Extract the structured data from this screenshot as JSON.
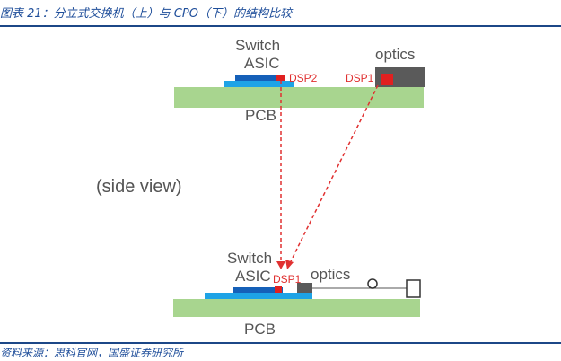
{
  "title": "图表 21：分立式交换机（上）与 CPO（下）的结构比较",
  "source": "资料来源：思科官网，国盛证券研究所",
  "diagram": {
    "side_view_label": "(side view)",
    "top": {
      "switch_label_line1": "Switch",
      "switch_label_line2": "ASIC",
      "dsp2_label": "DSP2",
      "dsp1_label": "DSP1",
      "optics_label": "optics",
      "pcb_label": "PCB"
    },
    "bottom": {
      "switch_label_line1": "Switch",
      "switch_label_line2": "ASIC",
      "dsp1_label": "DSP1",
      "optics_label": "optics",
      "pcb_label": "PCB"
    },
    "colors": {
      "pcb": "#a8d58f",
      "substrate": "#1ea3e6",
      "asic": "#1560b8",
      "dsp": "#e02020",
      "optics": "#5a5a5a",
      "arrow": "#e03030"
    }
  }
}
